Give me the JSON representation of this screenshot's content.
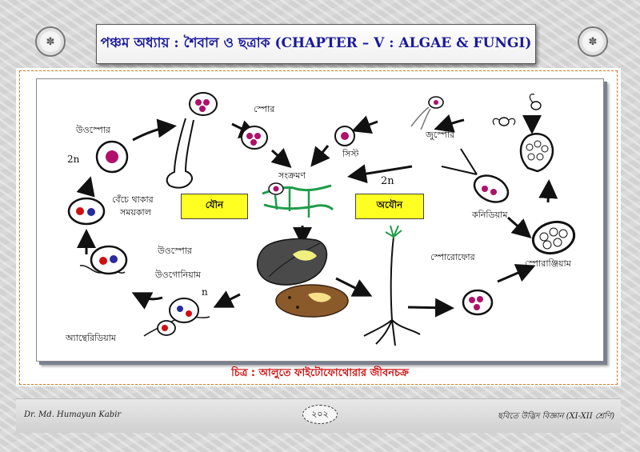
{
  "header": {
    "title": "পঞ্চম অধ্যায় : শৈবাল ও ছত্রাক (CHAPTER – V : ALGAE & FUNGI)",
    "seal_left_icon": "ornamental-seal",
    "seal_right_icon": "ornamental-seal"
  },
  "diagram": {
    "labels": {
      "oospore_top": "উওস্পোর",
      "ploidy_2n_left": "2n",
      "survival_period_1": "বেঁচে থাকার",
      "survival_period_2": "সময়কাল",
      "oospore_mid": "উওস্পোর",
      "oogonium": "উওগোনিয়াম",
      "ploidy_n": "n",
      "antheridium": "অ্যান্থেরিডিয়াম",
      "spore": "স্পোর",
      "cyst": "সিস্ট",
      "zoospore": "জুস্পোর",
      "infection": "সংক্রমণ",
      "ploidy_2n_right": "2n",
      "sporophore": "স্পোরোফোর",
      "conidium": "কনিডিয়াম",
      "sporangium": "স্পোরাঞ্জিয়াম"
    },
    "boxes": {
      "sexual": "যৌন",
      "asexual": "অযৌন"
    }
  },
  "caption": "চিত্র : আলুতে ফাইটোফোথোরার জীবনচক্র",
  "footer": {
    "author": "Dr. Md. Humayun Kabir",
    "page_number": "২০২",
    "book_title": "ছবিতে উদ্ভিদ বিজ্ঞান (XI-XII শ্রেণি)"
  }
}
